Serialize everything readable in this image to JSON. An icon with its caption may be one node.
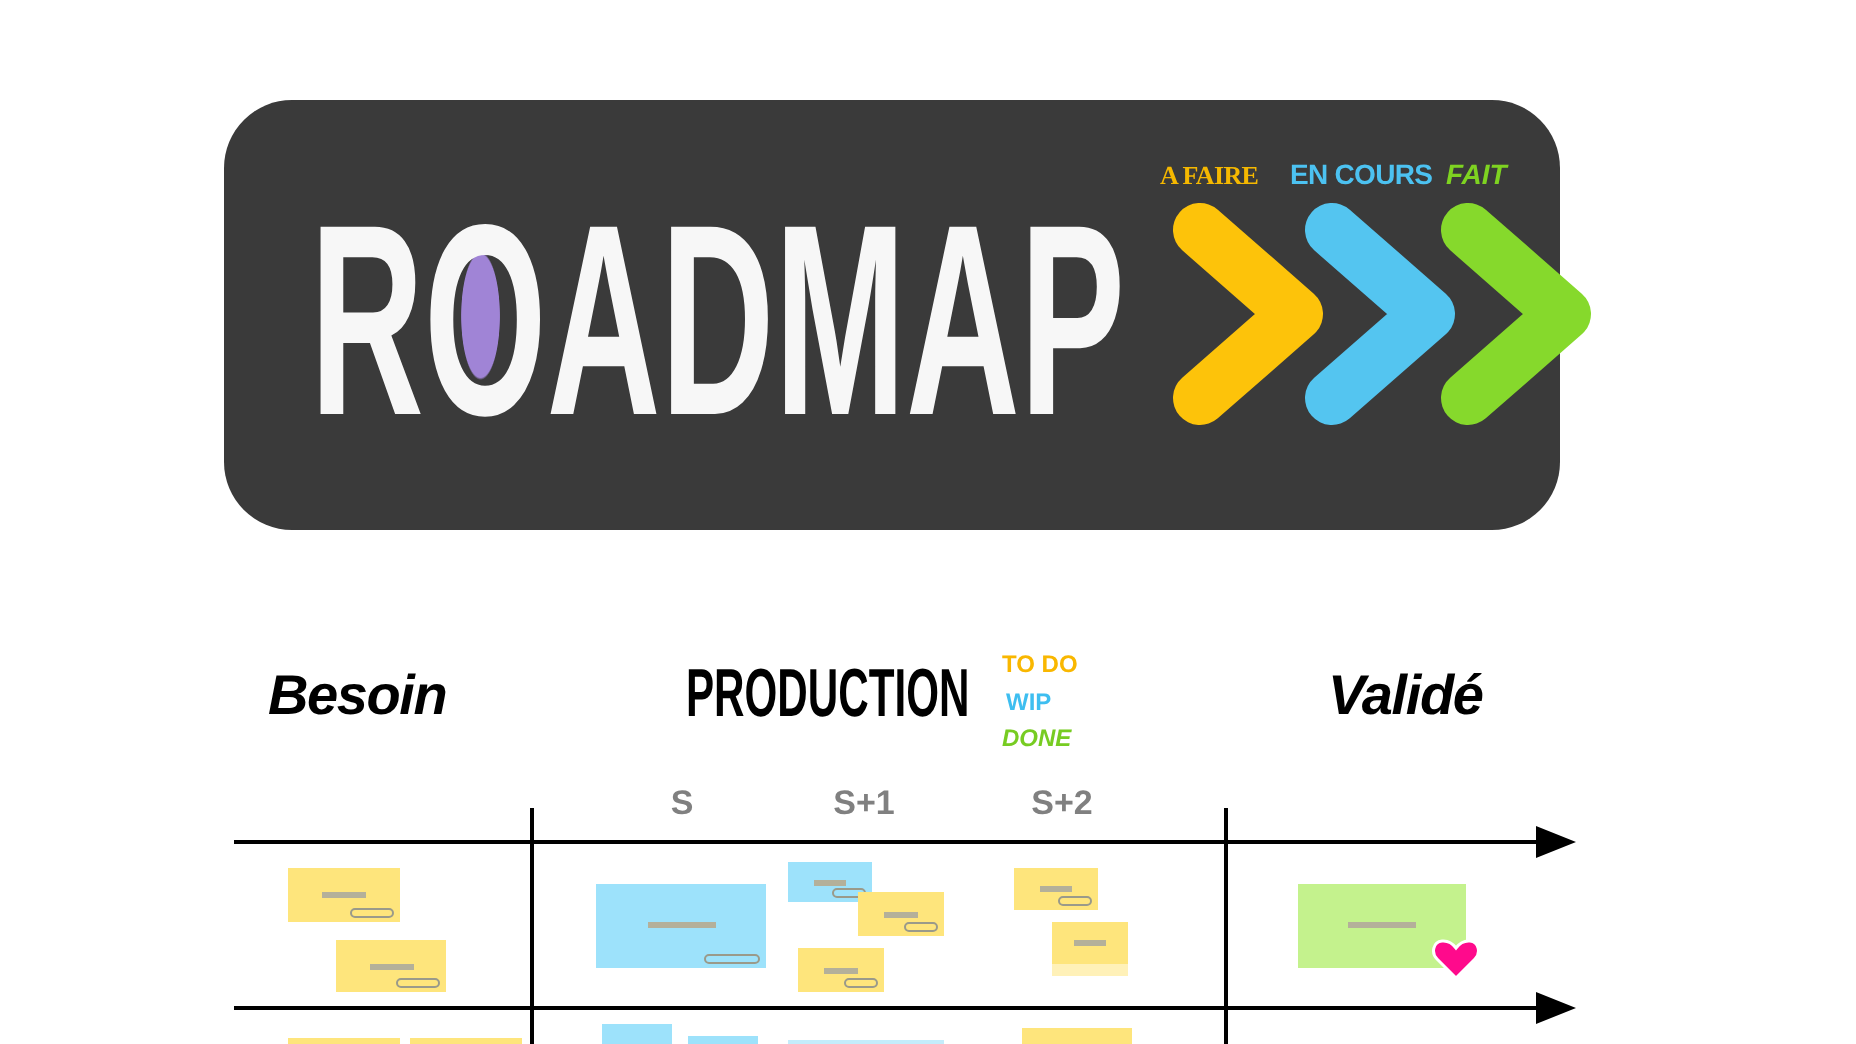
{
  "diagram": {
    "title": "ROADMAP",
    "labels": [
      "A FAIRE",
      "EN COURS",
      "FAIT",
      "Besoin",
      "PRODUCTION",
      "TO DO",
      "WIP",
      "DONE",
      "Validé",
      "S",
      "S+1",
      "S+2"
    ]
  }
}
